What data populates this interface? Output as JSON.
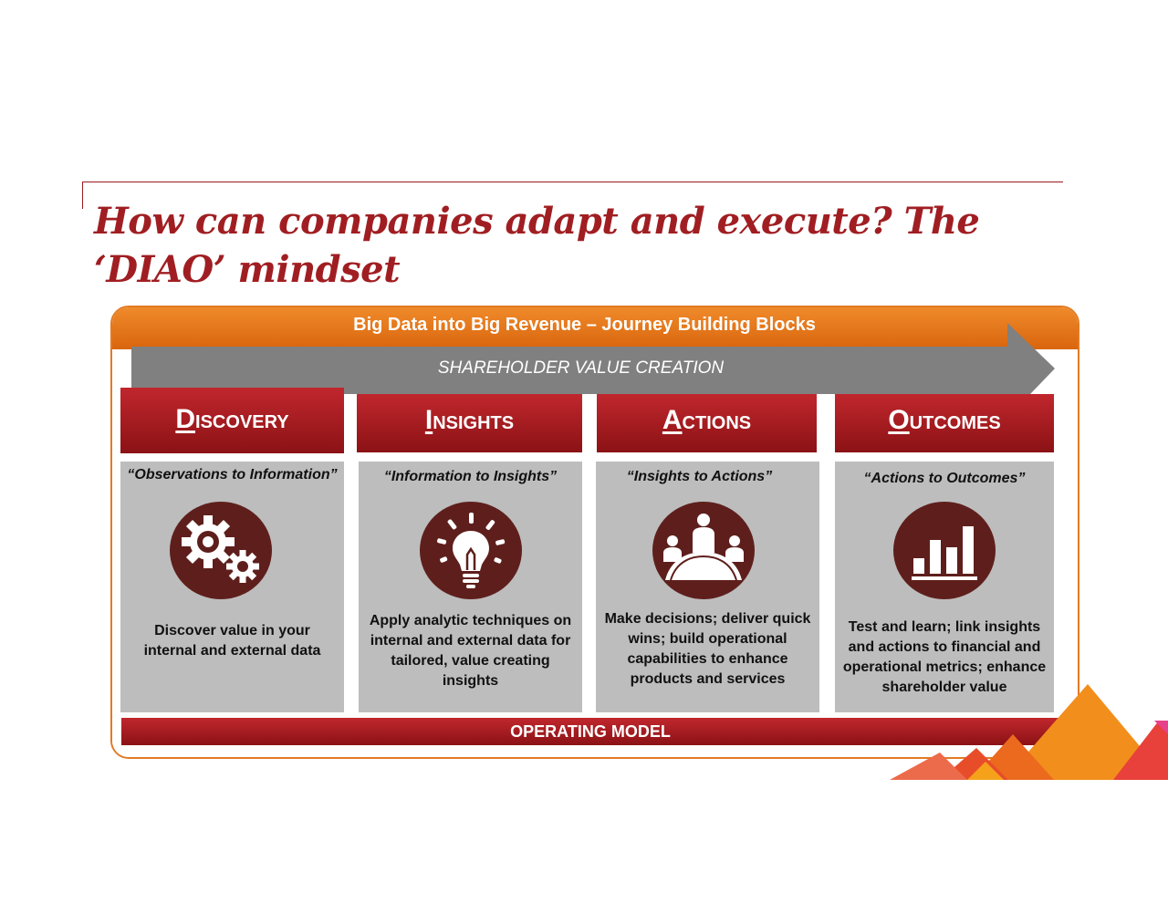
{
  "slide": {
    "title": "How can companies adapt and execute? The ‘DIAO’ mindset"
  },
  "panel": {
    "header": "Big Data into Big Revenue –  Journey Building Blocks",
    "arrow_label": "SHAREHOLDER VALUE CREATION",
    "footer": "OPERATING MODEL"
  },
  "columns": [
    {
      "initial": "D",
      "rest": "ISCOVERY",
      "quote": "“Observations to Information”",
      "icon": "gears-icon",
      "description": "Discover value in your internal and external data"
    },
    {
      "initial": "I",
      "rest": "NSIGHTS",
      "quote": "“Information to Insights”",
      "icon": "lightbulb-icon",
      "description": "Apply analytic techniques on internal and external data for tailored, value creating insights"
    },
    {
      "initial": "A",
      "rest": "CTIONS",
      "quote": "“Insights to Actions”",
      "icon": "meeting-icon",
      "description": "Make decisions; deliver quick wins; build operational capabilities to enhance products and services"
    },
    {
      "initial": "O",
      "rest": "UTCOMES",
      "quote": "“Actions to Outcomes”",
      "icon": "bar-chart-icon",
      "description": "Test and learn; link insights and actions to financial and operational metrics; enhance shareholder value"
    }
  ],
  "colors": {
    "title": "#a01e22",
    "header_orange": "#e27a23",
    "column_red": "#a8181c",
    "arrow_gray": "#808080",
    "box_gray": "#bdbdbd",
    "icon_brown": "#5e1f1c"
  }
}
